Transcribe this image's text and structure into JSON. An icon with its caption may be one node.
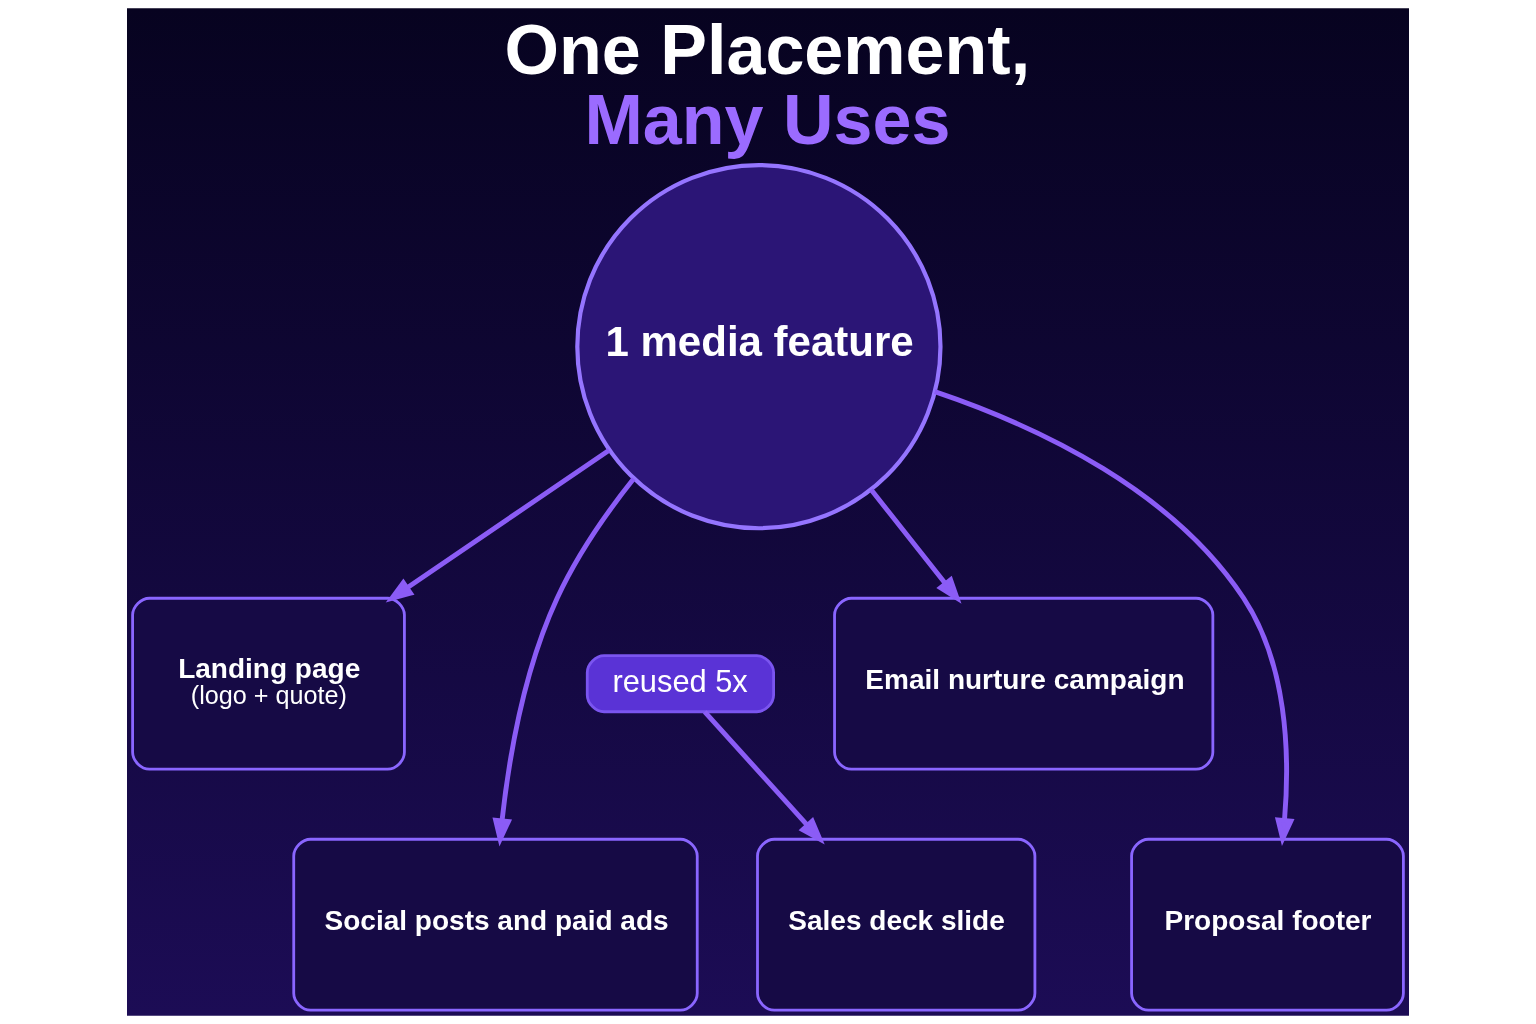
{
  "diagram": {
    "title": "One Placement, Many Uses",
    "nodes": [
      {
        "text": [
          "Landing page",
          "(logo + quote)"
        ]
      },
      {
        "text": [
          "1 media feature"
        ]
      },
      {
        "text": [
          "Email nurture campaign"
        ]
      },
      {
        "text": [
          "reused 5x"
        ]
      },
      {
        "text": [
          "Social posts and paid ads"
        ]
      },
      {
        "text": [
          "Sales deck slide"
        ]
      },
      {
        "text": [
          "Proposal footer"
        ]
      }
    ],
    "edges": [
      {
        "from": 1,
        "to": 0,
        "arrow": "to"
      },
      {
        "from": 1,
        "to": 2,
        "arrow": "to"
      },
      {
        "from": 1,
        "to": 4,
        "arrow": "to"
      },
      {
        "from": 1,
        "to": 6,
        "arrow": "to"
      },
      {
        "from": 3,
        "to": 5,
        "arrow": "to"
      }
    ]
  }
}
